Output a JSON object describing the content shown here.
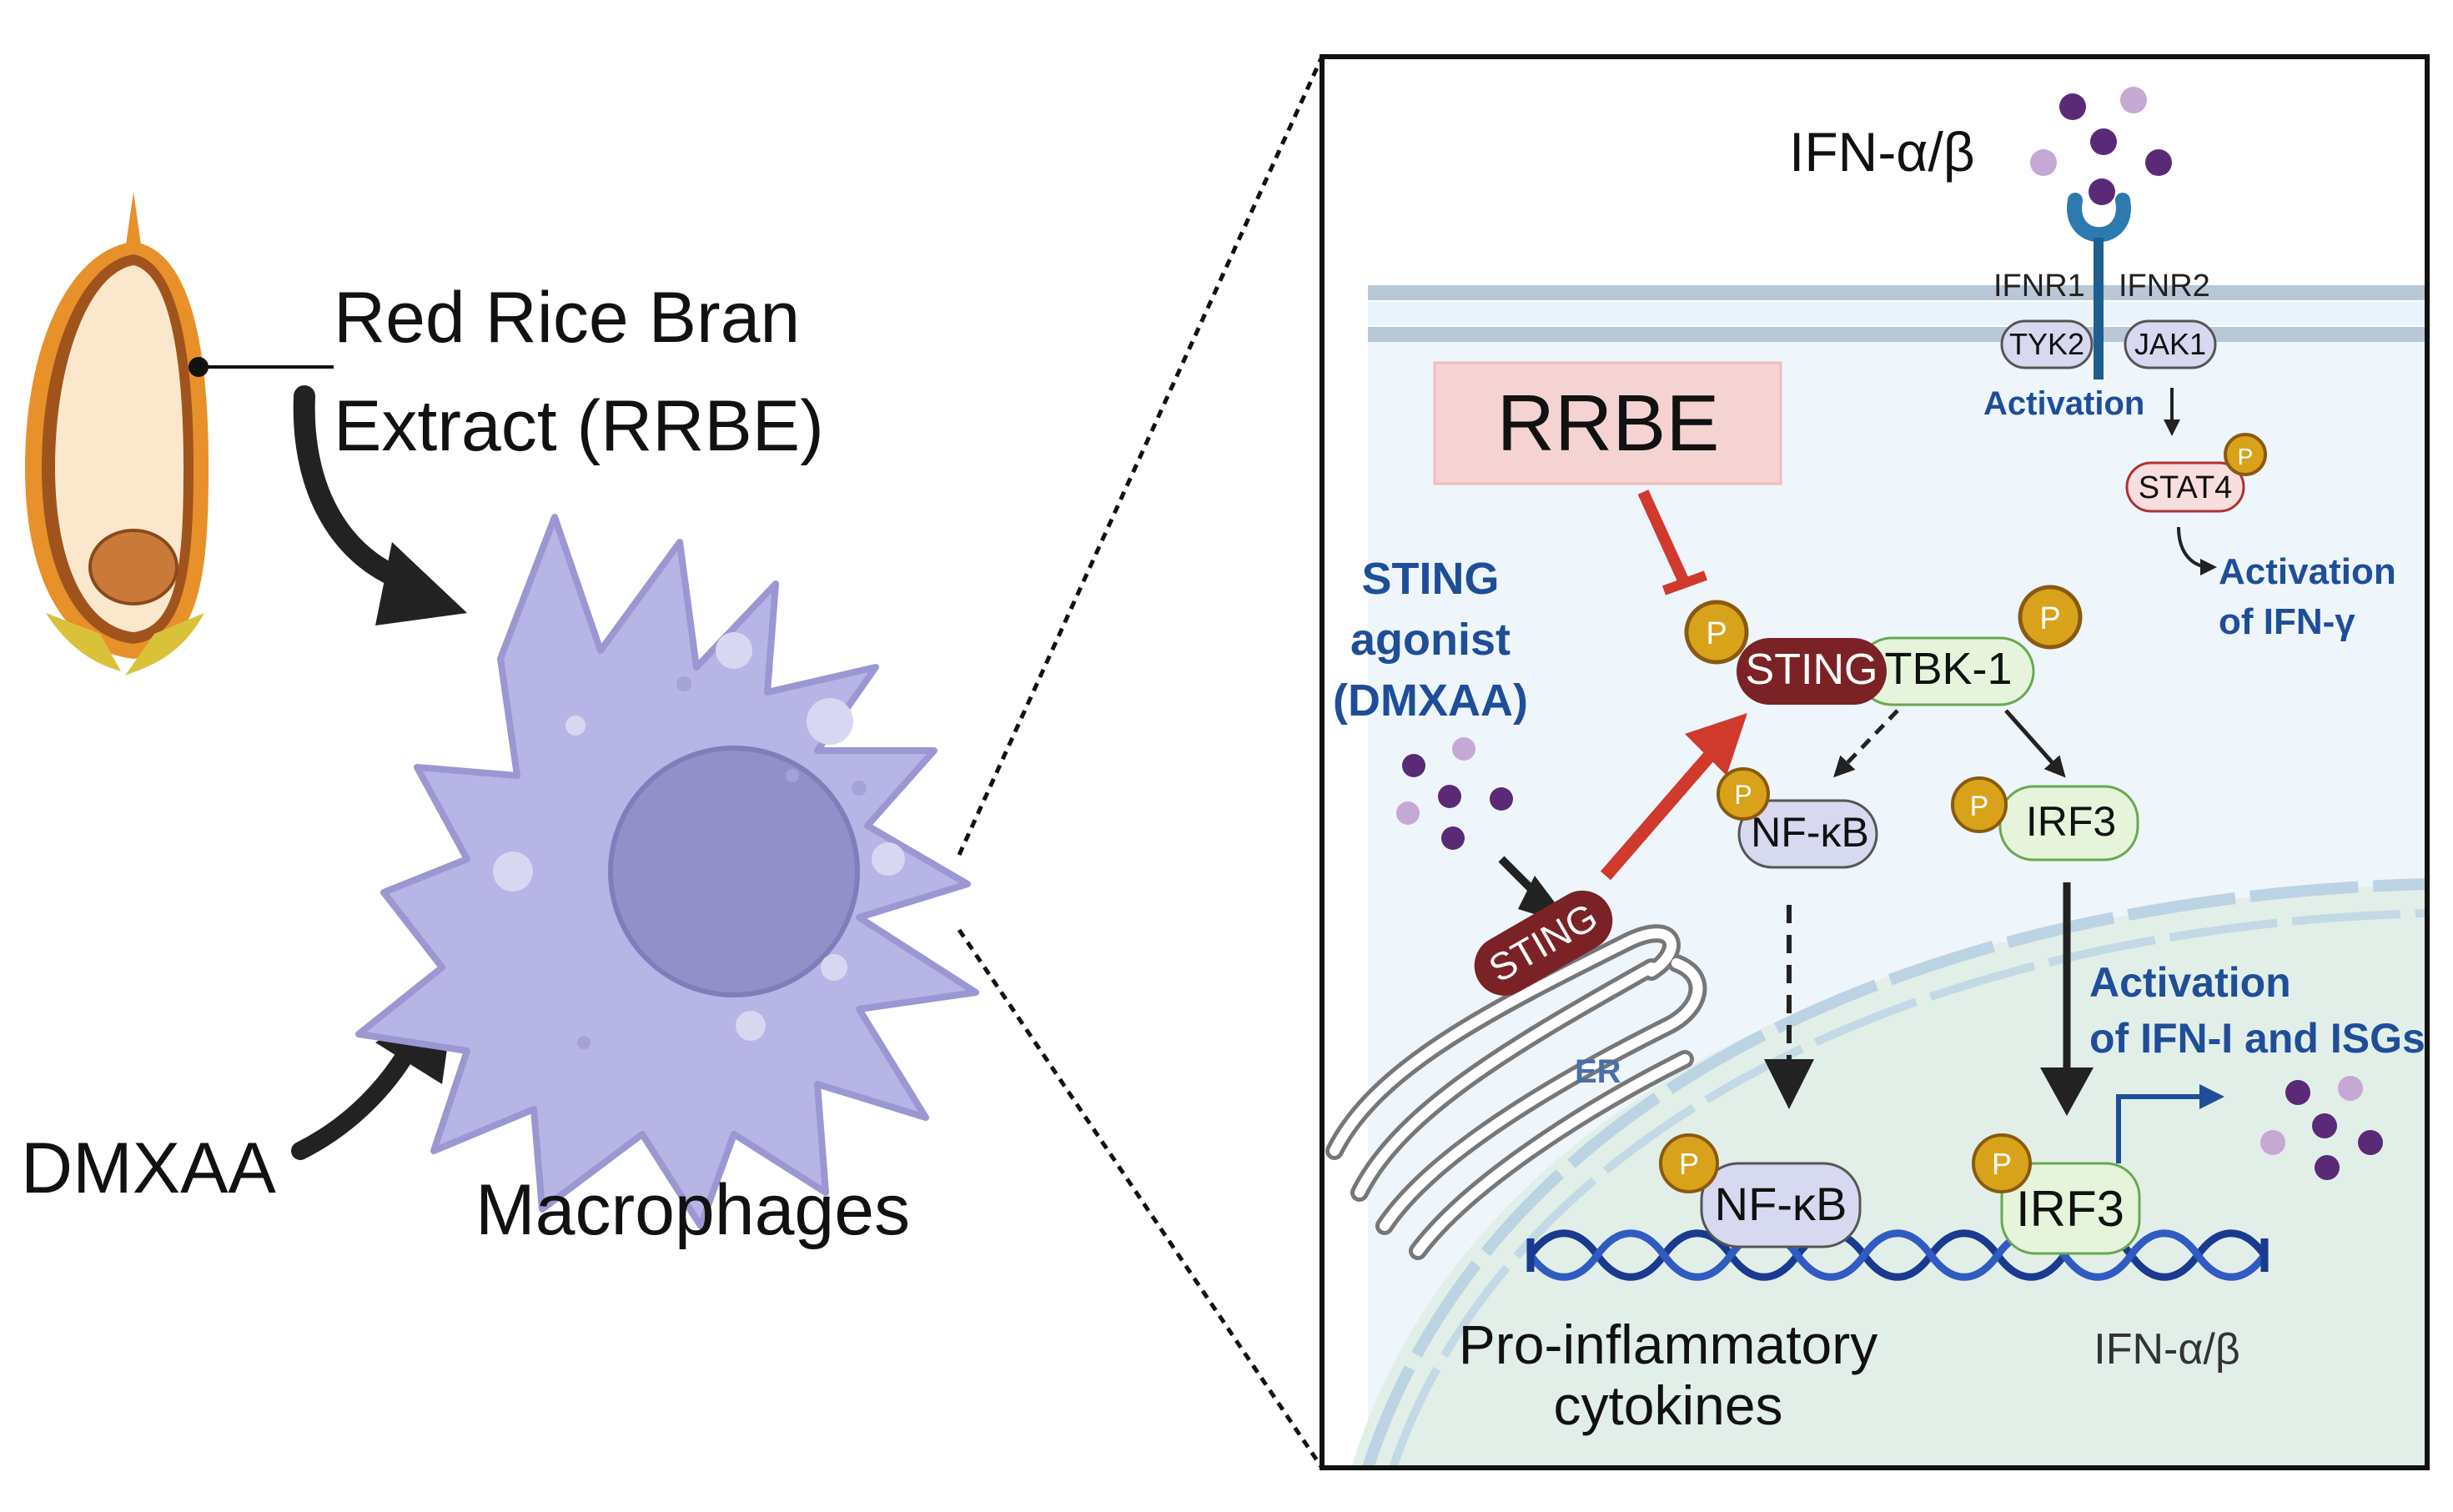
{
  "left": {
    "rice_label_line1": "Red Rice Bran",
    "rice_label_line2": "Extract  (RRBE)",
    "dmxaa_label": "DMXAA",
    "macrophage_label": "Macrophages"
  },
  "panel": {
    "ifn_top": "IFN-α/β",
    "ifnr1": "IFNR1",
    "ifnr2": "IFNR2",
    "tyk2": "TYK2",
    "jak1": "JAK1",
    "activation": "Activation",
    "stat4": "STAT4",
    "activation_ifng_line1": "Activation",
    "activation_ifng_line2": "of IFN-γ",
    "rrbe": "RRBE",
    "sting_agonist_line1": "STING",
    "sting_agonist_line2": "agonist",
    "sting_agonist_line3": "(DMXAA)",
    "sting_complex": "STING",
    "tbk1": "TBK-1",
    "p": "P",
    "nfkb": "NF-κB",
    "irf3": "IRF3",
    "sting_er": "STING",
    "er": "ER",
    "activation_ifni_line1": "Activation",
    "activation_ifni_line2": "of IFN-I and ISGs",
    "nfkb_nucleus": "NF-κB",
    "irf3_nucleus": "IRF3",
    "pro_inflammatory_line1": "Pro-inflammatory",
    "pro_inflammatory_line2": "cytokines",
    "ifn_bottom": "IFN-α/β"
  },
  "colors": {
    "macrophage": "#b7b4e6",
    "nucleus": "#9290c9",
    "sting": "#7b2226",
    "tbk1_fill": "#e6f4dc",
    "nfkb_fill": "#d6d9f0",
    "phospho": "#d9a21b",
    "rrbe_box": "#f6d3d3",
    "inhibit": "#d03a2c",
    "blue_text": "#1f4e99",
    "membrane": "#b8c8d6",
    "cytoplasm": "#eef5fb",
    "nucleus_region": "#e2efe9",
    "dna": "#1a3a8f"
  }
}
